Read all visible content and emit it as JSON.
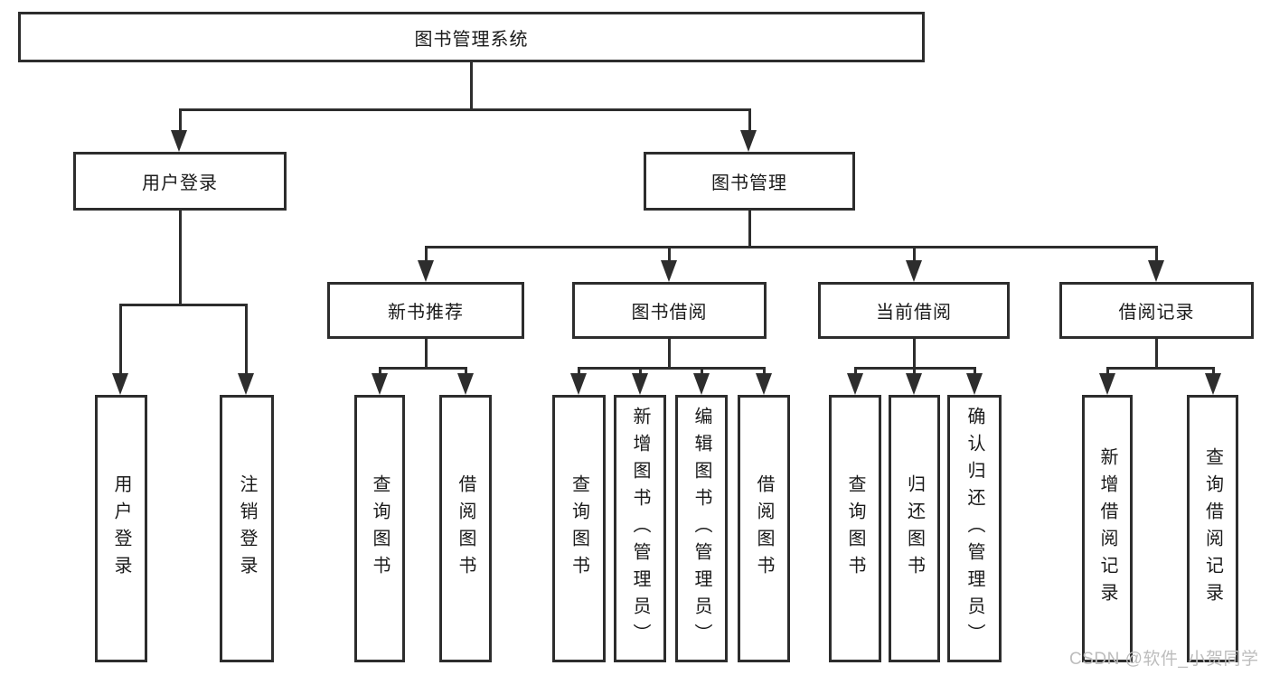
{
  "colors": {
    "line": "#2d2d2d",
    "text": "#1a1a1a",
    "watermark": "#bdbdbd",
    "background": "#ffffff"
  },
  "watermark": {
    "text": "CSDN @软件_小贺同学"
  },
  "tree": {
    "root": "图书管理系统",
    "children": [
      {
        "label": "用户登录",
        "children": [
          {
            "label": "用户登录"
          },
          {
            "label": "注销登录"
          }
        ]
      },
      {
        "label": "图书管理",
        "children": [
          {
            "label": "新书推荐",
            "children": [
              {
                "label": "查询图书"
              },
              {
                "label": "借阅图书"
              }
            ]
          },
          {
            "label": "图书借阅",
            "children": [
              {
                "label": "查询图书"
              },
              {
                "label": "新增图书（管理员）"
              },
              {
                "label": "编辑图书（管理员）"
              },
              {
                "label": "借阅图书"
              }
            ]
          },
          {
            "label": "当前借阅",
            "children": [
              {
                "label": "查询图书"
              },
              {
                "label": "归还图书"
              },
              {
                "label": "确认归还（管理员）"
              }
            ]
          },
          {
            "label": "借阅记录",
            "children": [
              {
                "label": "新增借阅记录"
              },
              {
                "label": "查询借阅记录"
              }
            ]
          }
        ]
      }
    ]
  }
}
